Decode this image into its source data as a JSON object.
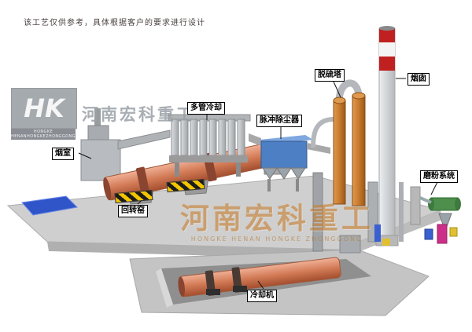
{
  "disclaimer": "该工艺仅供参考，具体根据客户的要求进行设计",
  "watermark": {
    "logo_text": "HK",
    "logo_sub": "HONGKE HENANHONGKEZHONGGONG",
    "company_cn": "河南宏科重工",
    "company_en": "HONGKE HENAN HONGKE ZHONGGONG"
  },
  "labels": {
    "smoke_chamber": "烟室",
    "rotary_kiln": "回转窑",
    "multi_tube_cooler": "多管冷却",
    "pulse_dust_collector": "脉冲除尘器",
    "desulfurization_tower": "脱硫塔",
    "chimney": "烟囱",
    "grinding_system": "磨粉系统",
    "cooling_machine": "冷却机"
  },
  "colors": {
    "kiln_body": "#d27a55",
    "platform": "#cfcfcf",
    "dust_collector_blue": "#4d7fc4",
    "tower_rust": "#c97a2e",
    "chimney_band_red": "#c02020",
    "pool_blue": "#2f55c8",
    "hazard_yellow": "#f2c500",
    "grinder_green": "#4e8f4e",
    "grinder_magenta": "#cc2f8a"
  }
}
